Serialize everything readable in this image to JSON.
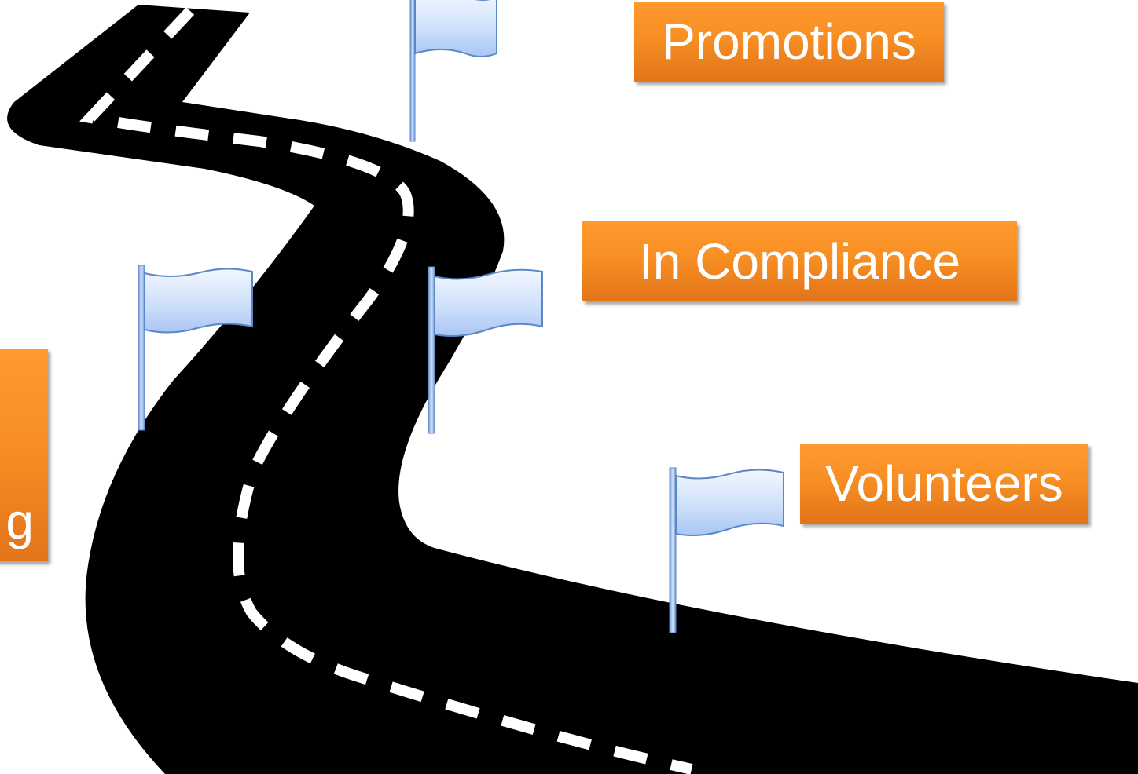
{
  "labels": {
    "promotions": "Promotions",
    "compliance": "In Compliance",
    "volunteers": "Volunteers",
    "partial": "g"
  },
  "colors": {
    "road": "#000000",
    "lane_marking": "#ffffff",
    "label_fill": "#f78f24",
    "label_text": "#ffffff",
    "flag_fill": "#c9dcfa",
    "flag_stroke": "#5b87c7",
    "pole": "#a9c4ec"
  },
  "icons": [
    "flag-icon",
    "flag-icon",
    "flag-icon",
    "flag-icon"
  ]
}
